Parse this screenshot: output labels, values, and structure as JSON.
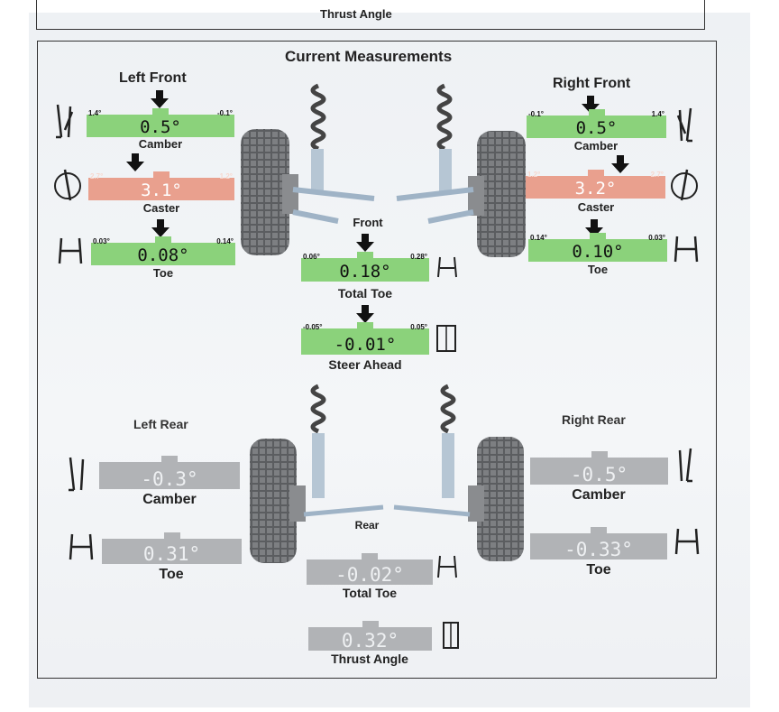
{
  "header": {
    "top_label": "Thrust Angle",
    "title": "Current Measurements"
  },
  "corners": {
    "left_front": "Left Front",
    "right_front": "Right Front",
    "left_rear": "Left Rear",
    "right_rear": "Right Rear"
  },
  "center_labels": {
    "front": "Front",
    "rear": "Rear"
  },
  "colors": {
    "in_spec": "#8bd27b",
    "out_of_spec": "#e9a08e",
    "no_spec": "#b1b3b6"
  },
  "measurements": {
    "lf_camber": {
      "value": "0.5°",
      "label": "Camber",
      "min": "1.4°",
      "max": "-0.1°",
      "status": "in-spec"
    },
    "lf_caster": {
      "value": "3.1°",
      "label": "Caster",
      "min": "2.7°",
      "max": "1.2°",
      "status": "out-of-spec"
    },
    "lf_toe": {
      "value": "0.08°",
      "label": "Toe",
      "min": "0.03°",
      "max": "0.14°",
      "status": "in-spec"
    },
    "rf_camber": {
      "value": "0.5°",
      "label": "Camber",
      "min": "-0.1°",
      "max": "1.4°",
      "status": "in-spec"
    },
    "rf_caster": {
      "value": "3.2°",
      "label": "Caster",
      "min": "1.2°",
      "max": "2.7°",
      "status": "out-of-spec"
    },
    "rf_toe": {
      "value": "0.10°",
      "label": "Toe",
      "min": "0.14°",
      "max": "0.03°",
      "status": "in-spec"
    },
    "front_total_toe": {
      "value": "0.18°",
      "label": "Total Toe",
      "min": "0.06°",
      "max": "0.28°",
      "status": "in-spec"
    },
    "steer_ahead": {
      "value": "-0.01°",
      "label": "Steer Ahead",
      "min": "-0.05°",
      "max": "0.05°",
      "status": "in-spec"
    },
    "lr_camber": {
      "value": "-0.3°",
      "label": "Camber",
      "status": "no-spec"
    },
    "lr_toe": {
      "value": "0.31°",
      "label": "Toe",
      "status": "no-spec"
    },
    "rr_camber": {
      "value": "-0.5°",
      "label": "Camber",
      "status": "no-spec"
    },
    "rr_toe": {
      "value": "-0.33°",
      "label": "Toe",
      "status": "no-spec"
    },
    "rear_total_toe": {
      "value": "-0.02°",
      "label": "Total Toe",
      "status": "no-spec"
    },
    "thrust_angle": {
      "value": "0.32°",
      "label": "Thrust Angle",
      "status": "no-spec"
    }
  }
}
